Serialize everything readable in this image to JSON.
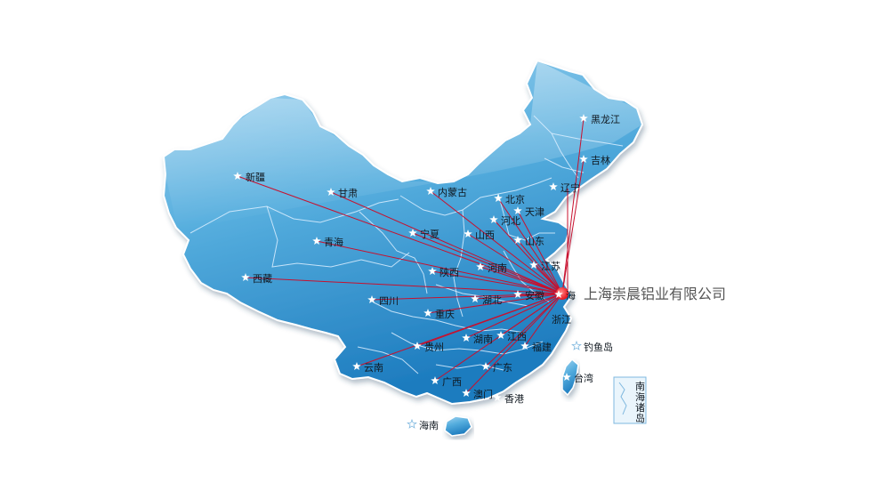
{
  "hub": {
    "label": "上海崇晨铝业有限公司",
    "marker_color": "#e8141c",
    "line_color": "#c8102e"
  },
  "provinces": [
    {
      "id": "heilongjiang",
      "label": "黑龙江"
    },
    {
      "id": "jilin",
      "label": "吉林"
    },
    {
      "id": "liaoning",
      "label": "辽宁"
    },
    {
      "id": "xinjiang",
      "label": "新疆"
    },
    {
      "id": "gansu",
      "label": "甘肃"
    },
    {
      "id": "neimenggu",
      "label": "内蒙古"
    },
    {
      "id": "beijing",
      "label": "北京"
    },
    {
      "id": "tianjin",
      "label": "天津"
    },
    {
      "id": "hebei",
      "label": "河北"
    },
    {
      "id": "ningxia",
      "label": "宁夏"
    },
    {
      "id": "shanxi",
      "label": "山西"
    },
    {
      "id": "shandong",
      "label": "山东"
    },
    {
      "id": "qinghai",
      "label": "青海"
    },
    {
      "id": "shaanxi",
      "label": "陕西"
    },
    {
      "id": "henan",
      "label": "河南"
    },
    {
      "id": "jiangsu",
      "label": "江苏"
    },
    {
      "id": "xizang",
      "label": "西藏"
    },
    {
      "id": "sichuan",
      "label": "四川"
    },
    {
      "id": "hubei",
      "label": "湖北"
    },
    {
      "id": "anhui",
      "label": "安徽"
    },
    {
      "id": "shanghai",
      "label": "海"
    },
    {
      "id": "chongqing",
      "label": "重庆"
    },
    {
      "id": "zhejiang",
      "label": "浙江"
    },
    {
      "id": "hunan",
      "label": "湖南"
    },
    {
      "id": "jiangxi",
      "label": "江西"
    },
    {
      "id": "guizhou",
      "label": "贵州"
    },
    {
      "id": "fujian",
      "label": "福建"
    },
    {
      "id": "yunnan",
      "label": "云南"
    },
    {
      "id": "guangdong",
      "label": "广东"
    },
    {
      "id": "guangxi",
      "label": "广西"
    },
    {
      "id": "taiwan",
      "label": "台湾"
    },
    {
      "id": "aomen",
      "label": "澳门"
    },
    {
      "id": "xianggang",
      "label": "香港"
    },
    {
      "id": "hainan",
      "label": "海南"
    },
    {
      "id": "diaoyudao",
      "label": "钓鱼岛"
    }
  ],
  "inset": {
    "label_lines": [
      "南",
      "海",
      "诸",
      "岛"
    ]
  },
  "colors": {
    "land_light": "#8fcbec",
    "land_mid": "#4aa6d8",
    "land_dark": "#1f7fc0",
    "border": "#d6ecf9",
    "star": "#ffffff"
  }
}
